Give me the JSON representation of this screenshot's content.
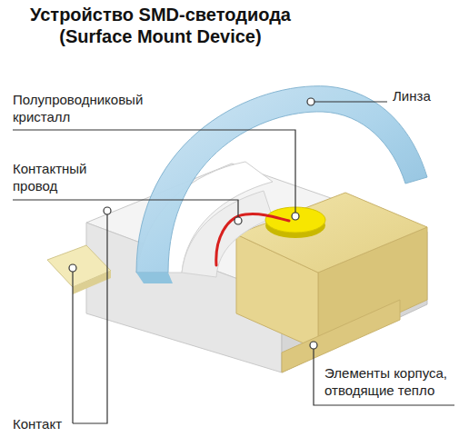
{
  "diagram": {
    "title": "Устройство SMD-светодиода (Surface Mount Device)",
    "labels": [
      "Полупроводниковый кристалл",
      "Линза",
      "Контактный провод",
      "Контакт",
      "Элементы корпуса, отводящие тепло"
    ]
  }
}
